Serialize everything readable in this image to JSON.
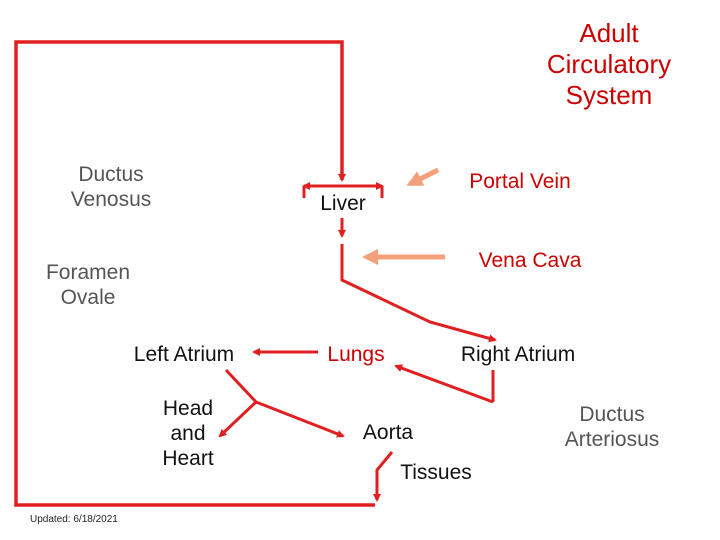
{
  "title": "Adult\nCirculatory\nSystem",
  "labels": {
    "ductus_venosus": "Ductus\nVenosus",
    "foramen_ovale": "Foramen\nOvale",
    "liver": "Liver",
    "portal_vein": "Portal Vein",
    "vena_cava": "Vena Cava",
    "left_atrium": "Left Atrium",
    "lungs": "Lungs",
    "right_atrium": "Right Atrium",
    "head_and_heart": "Head\nand\nHeart",
    "aorta": "Aorta",
    "tissues": "Tissues",
    "ductus_arteriosus": "Ductus\nArteriosus"
  },
  "updated": "Updated: 6/18/2021",
  "colors": {
    "title": "#cc0000",
    "flow_arrow": "#e02020",
    "input_arrow": "#f4a07a",
    "fetal_label": "#555555",
    "adult_label": "#111111"
  }
}
